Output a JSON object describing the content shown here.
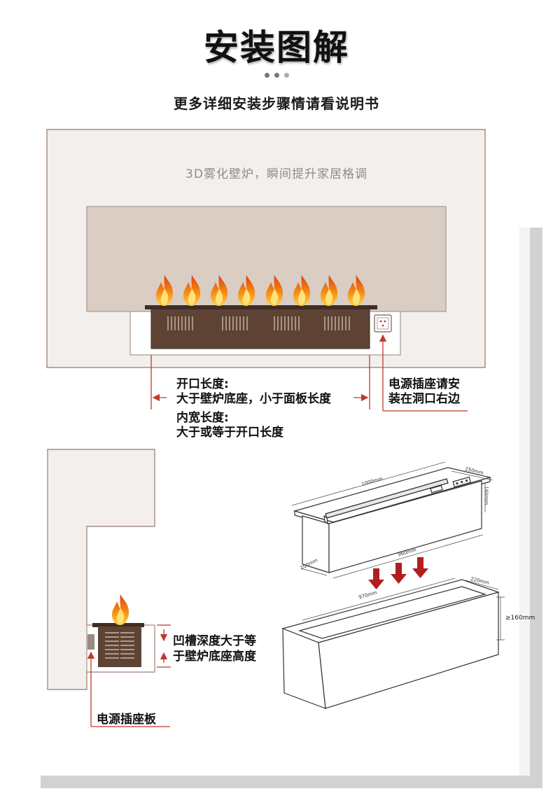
{
  "header": {
    "title": "安装图解",
    "subtitle": "更多详细安装步骤情请看说明书"
  },
  "wall_panel": {
    "caption": "3D雾化壁炉，瞬间提升家居格调",
    "opening_label_line1": "开口长度:",
    "opening_label_line2": "大于壁炉底座，小于面板长度",
    "inner_width_line1": "内宽长度:",
    "inner_width_line2": "大于或等于开口长度",
    "socket_note_line1": "电源插座请安",
    "socket_note_line2": "装在洞口右边"
  },
  "side_view": {
    "groove_line1": "凹槽深度大于等",
    "groove_line2": "于壁炉底座高度",
    "socket_board": "电源插座板"
  },
  "product_dims": {
    "top_length": "1000mm",
    "top_width": "250mm",
    "height": "160mm",
    "body_length": "960mm",
    "body_width": "200mm",
    "groove_length": "970mm",
    "groove_width": "220mm",
    "groove_depth": "≥160mm"
  },
  "colors": {
    "arrow_red": "#c0392b",
    "flame_orange": "#f07a10",
    "wall_beige": "#f3efec",
    "recess_taupe": "#d9cdc4",
    "fireplace_brown": "#5e4335"
  }
}
